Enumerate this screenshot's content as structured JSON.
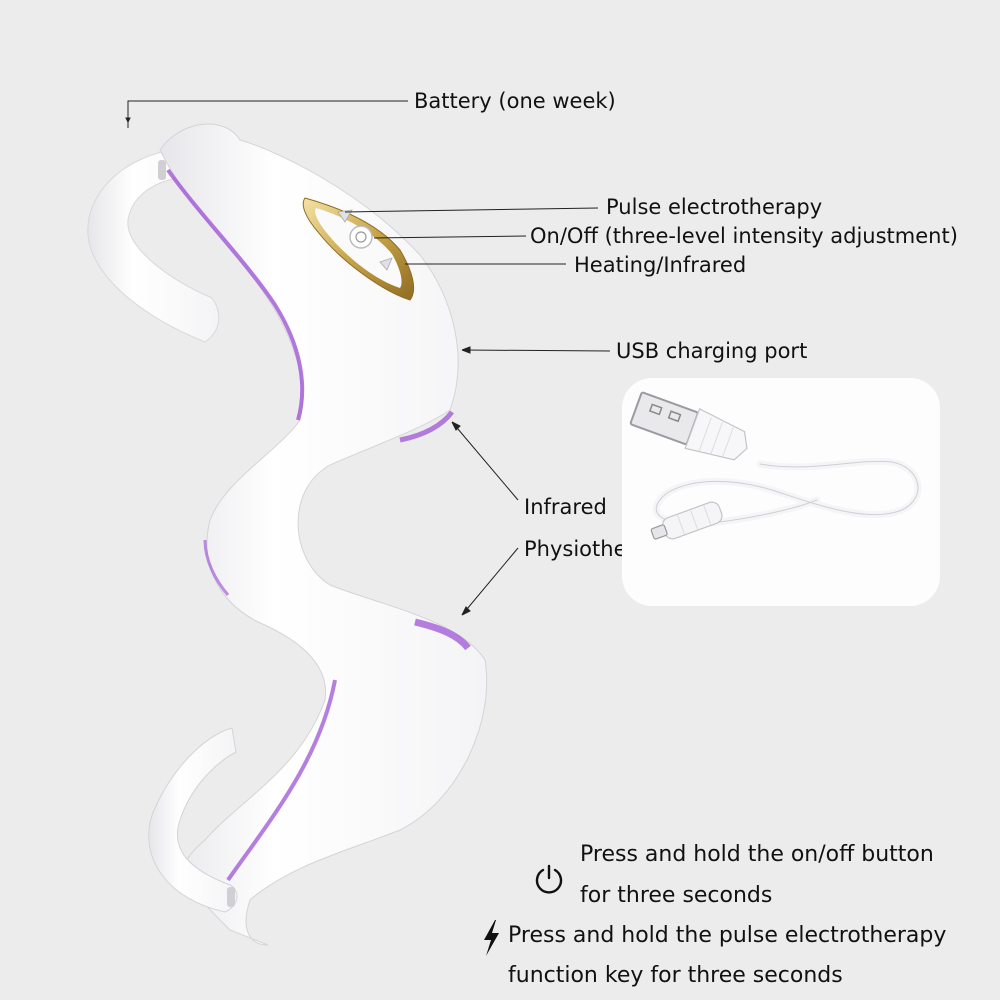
{
  "callouts": {
    "battery": "Battery (one week)",
    "pulse": "Pulse electrotherapy",
    "onoff": "On/Off",
    "onoff_detail": "(three-level intensity adjustment)",
    "heating": "Heating/Infrared",
    "usb": "USB charging port",
    "infrared_line1": "Infrared",
    "infrared_line2": "Physiotherapy"
  },
  "instructions": {
    "power_line1": "Press and hold the on/off button",
    "power_line2": "for three seconds",
    "pulse_line1": "Press and hold the pulse electrotherapy",
    "pulse_line2": "function key for three seconds"
  },
  "icons": {
    "power": "power-icon",
    "lightning": "lightning-icon"
  },
  "colors": {
    "background": "#ececec",
    "device_body": "#ffffff",
    "device_accent": "#a35fd8",
    "gold_trim": "#c9a54a"
  }
}
